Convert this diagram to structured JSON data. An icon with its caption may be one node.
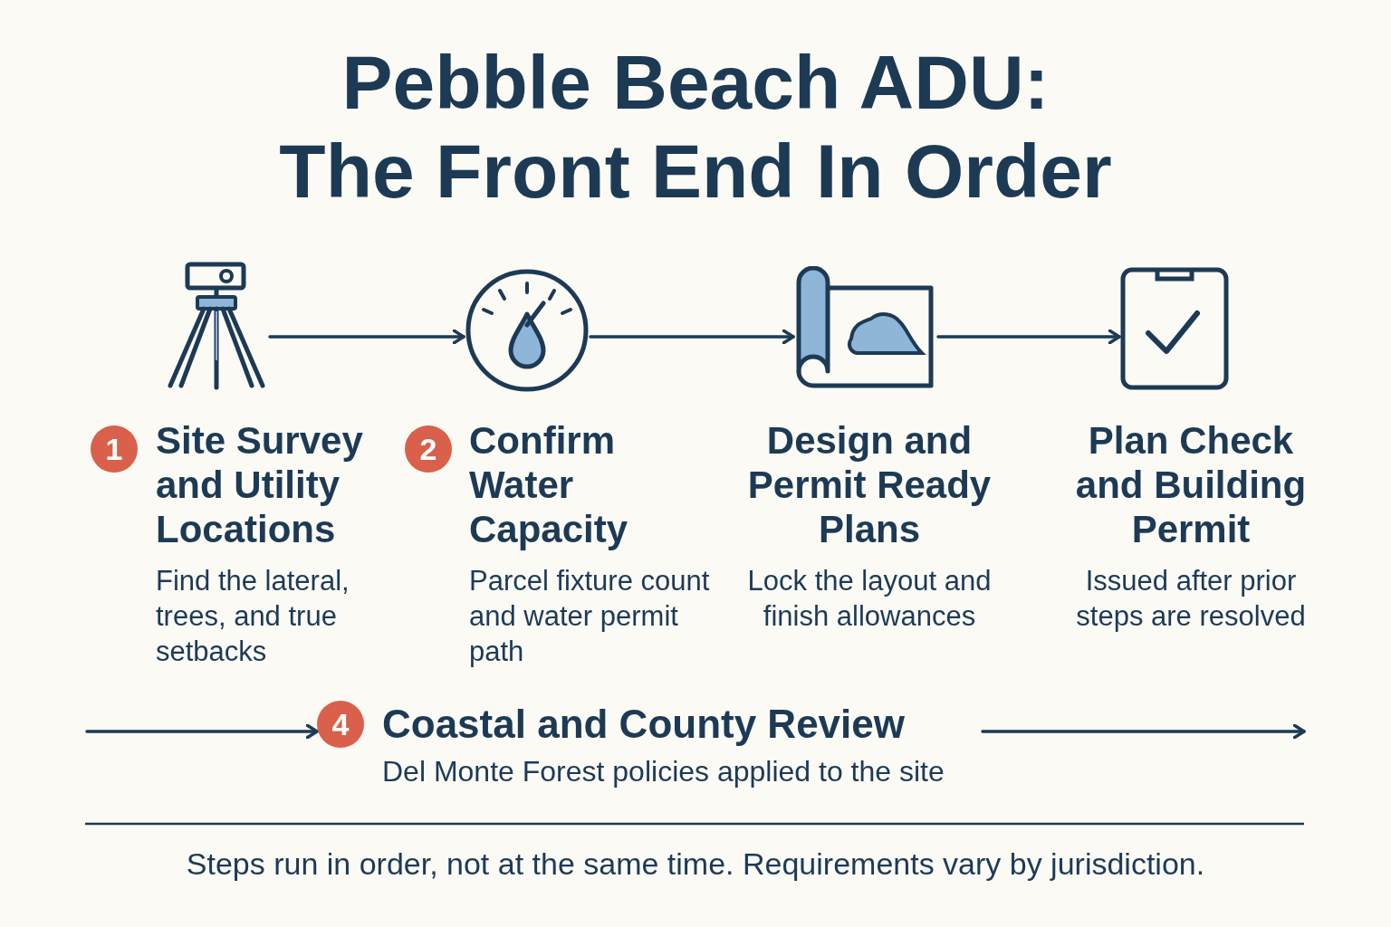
{
  "diagram": {
    "title": "Pebble Beach ADU: The Front End In Order",
    "caption": "Steps run in order, not at the same time. Requirements vary by jurisdiction.",
    "nodes": [
      {
        "text": [],
        "shape": "picture"
      },
      {
        "text": [],
        "shape": "picture"
      },
      {
        "text": [],
        "shape": "picture"
      },
      {
        "text": [],
        "shape": "picture"
      },
      {
        "text": [
          "1"
        ]
      },
      {
        "text": [
          "2"
        ]
      },
      {
        "text": [
          "4",
          "Coastal and County Review",
          "Del Monte Forest policies applied to the site"
        ]
      }
    ],
    "edges": [
      {
        "from": 0,
        "to": 1,
        "arrow": "to"
      },
      {
        "from": 1,
        "to": 2,
        "arrow": "to"
      },
      {
        "from": 2,
        "to": 3,
        "arrow": "to"
      },
      {
        "from": null,
        "to": 6,
        "arrow": "to"
      },
      {
        "from": 6,
        "to": null,
        "arrow": "to"
      }
    ],
    "labels": [
      "Site Survey and Utility Locations",
      "Find the lateral, trees, and true setbacks",
      "Confirm Water Capacity",
      "Parcel fixture count and water permit path",
      "Design and Permit Ready Plans",
      "Lock the layout and finish allowances",
      "Plan Check and Building Permit",
      "Issued after prior steps are resolved"
    ]
  }
}
